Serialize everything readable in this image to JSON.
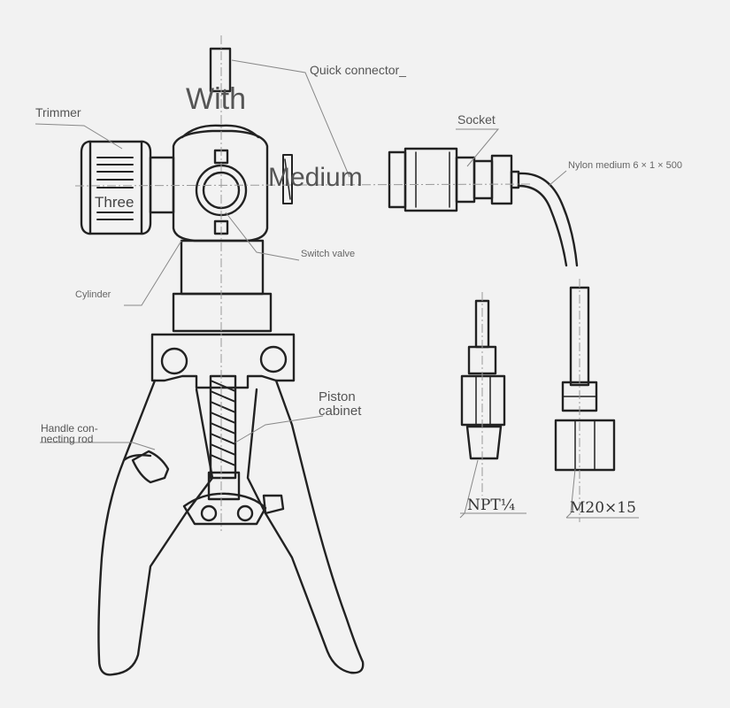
{
  "labels": {
    "quick_connector": "Quick connector_",
    "with": "With",
    "trimmer": "Trimmer",
    "medium": "Medium",
    "three": "Three",
    "socket": "Socket",
    "nylon": "Nylon medium 6 × 1 × 500",
    "switch_valve": "Switch valve",
    "cylinder": "Cylinder",
    "piston_line1": "Piston",
    "piston_line2": "cabinet",
    "handle_line1": "Handle con-",
    "handle_line2": "necting rod",
    "npt": "NPT¼",
    "m20": "M20×15"
  }
}
